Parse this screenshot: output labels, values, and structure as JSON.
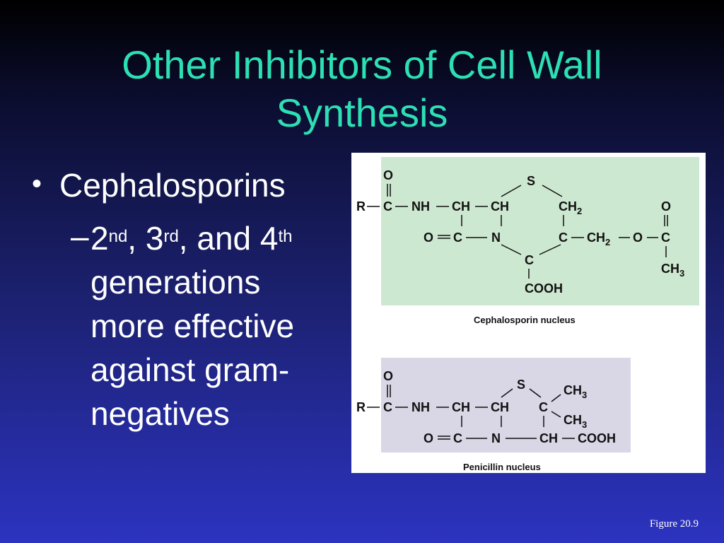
{
  "title": {
    "line1": "Other Inhibitors of Cell Wall",
    "line2": "Synthesis"
  },
  "bullet": {
    "marker": "•",
    "text": "Cephalosporins",
    "sub": {
      "marker": "–",
      "n1": "2",
      "s1": "nd",
      "sep1": ", ",
      "n2": "3",
      "s2": "rd",
      "sep2": ", and ",
      "n3": "4",
      "s3": "th",
      "lines": [
        "generations",
        "more effective",
        "against gram-",
        "negatives"
      ]
    }
  },
  "figure": {
    "cephalosporin_caption": "Cephalosporin nucleus",
    "penicillin_caption": "Penicillin nucleus",
    "ceph": {
      "O1": "O",
      "R": "R",
      "C1": "C",
      "NH": "NH",
      "CH_a": "CH",
      "CH_b": "CH",
      "S": "S",
      "CH2": "CH",
      "CH2_sub": "2",
      "O2": "O",
      "C2": "C",
      "N": "N",
      "C3": "C",
      "CH2b": "CH",
      "CH2b_sub": "2",
      "O3": "O",
      "C4": "C",
      "O4": "O",
      "CH3": "CH",
      "CH3_sub": "3",
      "C5": "C",
      "COOH": "COOH"
    },
    "pen": {
      "O1": "O",
      "R": "R",
      "C1": "C",
      "NH": "NH",
      "CH_a": "CH",
      "CH_b": "CH",
      "S": "S",
      "C3": "C",
      "CH3a": "CH",
      "CH3a_sub": "3",
      "CH3b": "CH",
      "CH3b_sub": "3",
      "O2": "O",
      "C2": "C",
      "N": "N",
      "CH_c": "CH",
      "COOH": "COOH"
    }
  },
  "figure_label": "Figure 20.9"
}
